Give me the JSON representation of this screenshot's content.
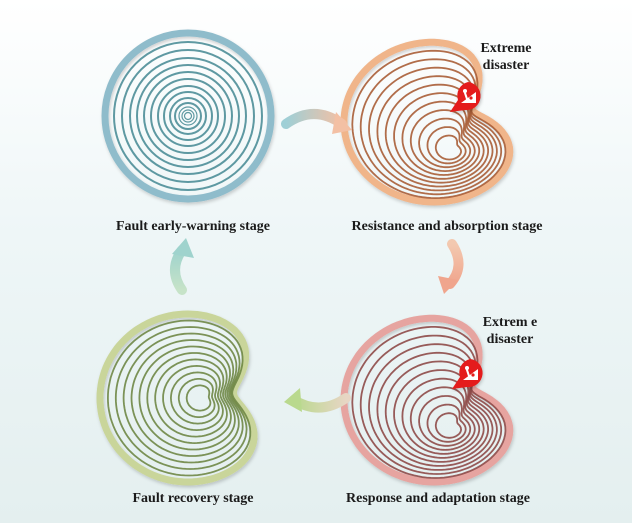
{
  "stages": {
    "warning": {
      "label": "Fault early-warning stage",
      "ring_color": "#8fbccb",
      "line_color": "#4e8e98"
    },
    "resistance": {
      "label": "Resistance and absorption stage",
      "ring_color": "#f0b58a",
      "line_color": "#a85d36"
    },
    "response": {
      "label": "Response and adaptation  stage",
      "ring_color": "#e6a4a0",
      "line_color": "#8e4a48"
    },
    "recovery": {
      "label": "Fault recovery  stage",
      "ring_color": "#c9d59a",
      "line_color": "#6f8746"
    }
  },
  "disaster_callouts": [
    {
      "line1": "Extreme",
      "line2": "disaster",
      "color": "#e41e1a",
      "icon": "landslide-warning-icon"
    },
    {
      "line1": "Extrem e",
      "line2": "disaster",
      "color": "#e41e1a",
      "icon": "landslide-warning-icon"
    }
  ],
  "arrow_colors": {
    "warning_to_resistance": "#9fcfd6",
    "resistance_to_response": "#f0a58d",
    "response_to_recovery": "#b9d98e",
    "recovery_to_warning": "#9fd3cd"
  }
}
